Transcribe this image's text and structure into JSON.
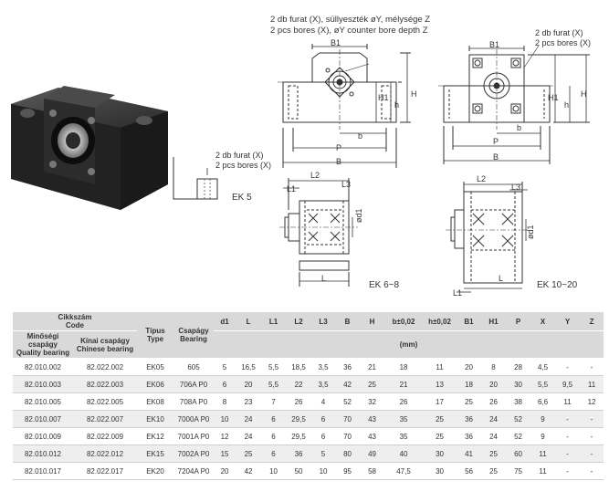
{
  "annotations": {
    "counterbore_hu": "2 db furat (X), süllyeszték øY, mélysége Z",
    "counterbore_en": "2 pcs bores (X), øY counter bore depth Z",
    "bores_hu": "2 db furat (X)",
    "bores_en": "2 pcs bores (X)",
    "bores_en_mid": "2 pcs bores (X)",
    "bores_hu_mid": "2 db furat (X)",
    "bores_hu_right": "2 db furat (X)",
    "bores_en_right": "2 pcs bores (X)",
    "ek5": "EK 5",
    "ek6_8": "EK 6~8",
    "ek10_20": "EK 10~20"
  },
  "dims": {
    "B1": "B1",
    "H": "H",
    "H1": "H1",
    "h": "h",
    "P": "P",
    "B": "B",
    "b": "b",
    "L": "L",
    "L1": "L1",
    "L2": "L2",
    "L3": "L3",
    "d1": "ød1"
  },
  "table": {
    "hdr_code": "Cikkszám",
    "hdr_code_en": "Code",
    "hdr_quality": "Minőségi csapágy",
    "hdr_quality_en": "Quality bearing",
    "hdr_chinese": "Kínai csapágy",
    "hdr_chinese_en": "Chinese bearing",
    "hdr_type": "Típus",
    "hdr_type_en": "Type",
    "hdr_bearing": "Csapágy",
    "hdr_bearing_en": "Bearing",
    "hdr_unit": "(mm)",
    "columns": [
      "d1",
      "L",
      "L1",
      "L2",
      "L3",
      "B",
      "H",
      "b±0,02",
      "h±0,02",
      "B1",
      "H1",
      "P",
      "X",
      "Y",
      "Z"
    ],
    "rows": [
      [
        "82.010.002",
        "82.022.002",
        "EK05",
        "605",
        "5",
        "16,5",
        "5,5",
        "18,5",
        "3,5",
        "36",
        "21",
        "18",
        "11",
        "20",
        "8",
        "28",
        "4,5",
        "-",
        "-"
      ],
      [
        "82.010.003",
        "82.022.003",
        "EK06",
        "706A P0",
        "6",
        "20",
        "5,5",
        "22",
        "3,5",
        "42",
        "25",
        "21",
        "13",
        "18",
        "20",
        "30",
        "5,5",
        "9,5",
        "11"
      ],
      [
        "82.010.005",
        "82.022.005",
        "EK08",
        "708A P0",
        "8",
        "23",
        "7",
        "26",
        "4",
        "52",
        "32",
        "26",
        "17",
        "25",
        "26",
        "38",
        "6,6",
        "11",
        "12"
      ],
      [
        "82.010.007",
        "82.022.007",
        "EK10",
        "7000A P0",
        "10",
        "24",
        "6",
        "29,5",
        "6",
        "70",
        "43",
        "35",
        "25",
        "36",
        "24",
        "52",
        "9",
        "-",
        "-"
      ],
      [
        "82.010.009",
        "82.022.009",
        "EK12",
        "7001A P0",
        "12",
        "24",
        "6",
        "29,5",
        "6",
        "70",
        "43",
        "35",
        "25",
        "36",
        "24",
        "52",
        "9",
        "-",
        "-"
      ],
      [
        "82.010.012",
        "82.022.012",
        "EK15",
        "7002A P0",
        "15",
        "25",
        "6",
        "36",
        "5",
        "80",
        "49",
        "40",
        "30",
        "41",
        "25",
        "60",
        "11",
        "-",
        "-"
      ],
      [
        "82.010.017",
        "82.022.017",
        "EK20",
        "7204A P0",
        "20",
        "42",
        "10",
        "50",
        "10",
        "95",
        "58",
        "47,5",
        "30",
        "56",
        "25",
        "75",
        "11",
        "-",
        "-"
      ]
    ]
  }
}
